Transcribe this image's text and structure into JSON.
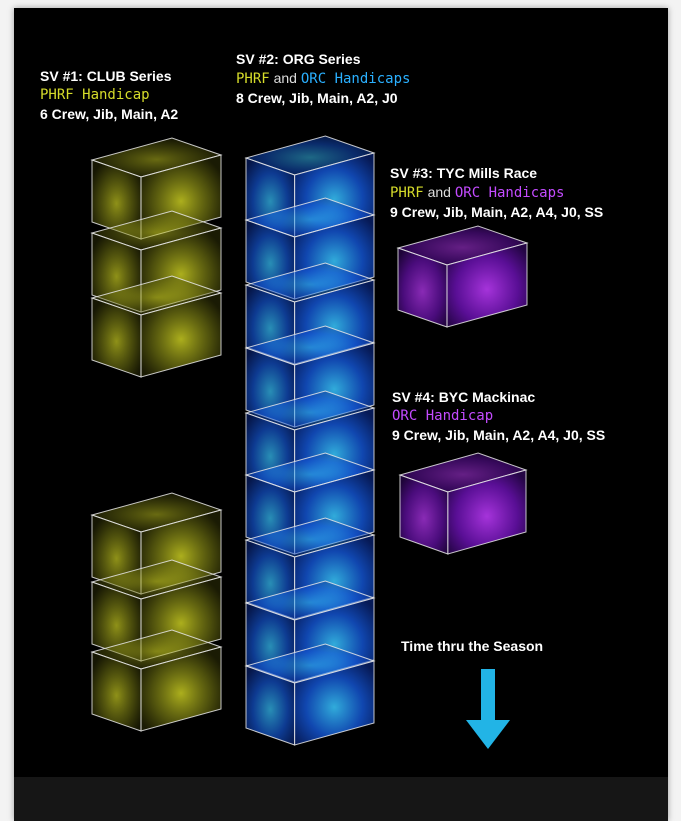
{
  "series": [
    {
      "id": "sv1",
      "title_prefix": "SV #1",
      "title_rest": ": CLUB Series",
      "handicap_a": "PHRF Handicap",
      "crew": "6 Crew, Jib, Main, A2",
      "color": "#d6dc2a"
    },
    {
      "id": "sv2",
      "title_prefix": "SV #2",
      "title_rest": ": ORG Series",
      "handicap_a": "PHRF",
      "handicap_joiner": "and",
      "handicap_b": "ORC Handicaps",
      "crew": "8 Crew, Jib, Main, A2, J0",
      "color": "#1f7dff"
    },
    {
      "id": "sv3",
      "title_prefix": "SV #3",
      "title_rest": ": TYC Mills Race",
      "handicap_a": "PHRF",
      "handicap_joiner": "and",
      "handicap_b": "ORC Handicaps",
      "crew": "9 Crew, Jib, Main, A2, A4, J0, SS",
      "color": "#9b22ff"
    },
    {
      "id": "sv4",
      "title_prefix": "SV #4",
      "title_rest": ": BYC Mackinac",
      "handicap_a": "ORC Handicap",
      "crew": "9 Crew, Jib, Main, A2, A4, J0, SS",
      "color": "#9b22ff"
    }
  ],
  "time_arrow": {
    "label": "Time thru the Season",
    "color": "#22b4e6"
  }
}
